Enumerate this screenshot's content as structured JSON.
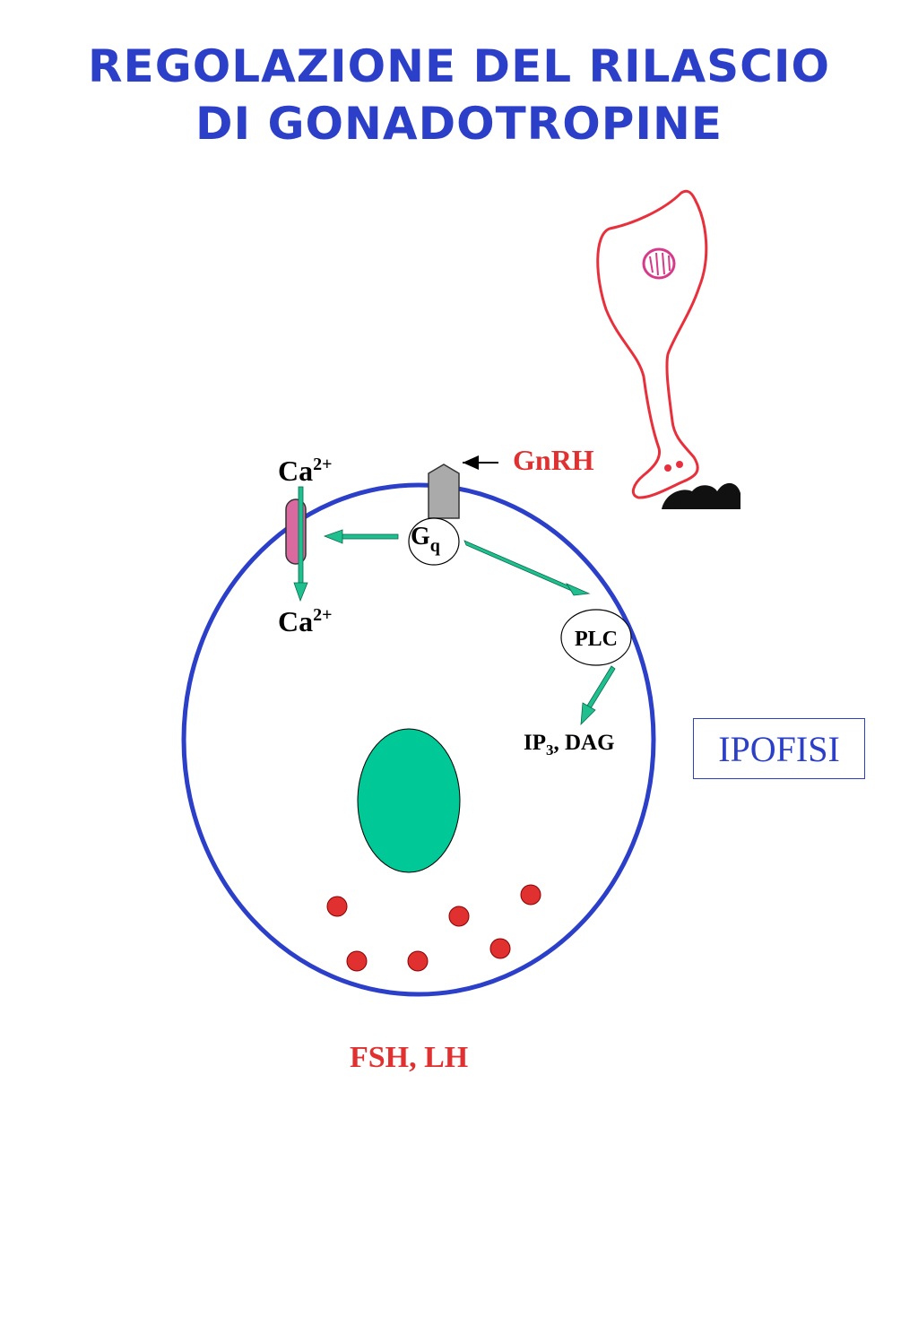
{
  "title": {
    "line1": "REGOLAZIONE DEL RILASCIO",
    "line2": "DI GONADOTROPINE"
  },
  "labels": {
    "gnrh": "GnRH",
    "ca_top_base": "Ca",
    "ca_top_sup": "2+",
    "ca_bottom_base": "Ca",
    "ca_bottom_sup": "2+",
    "gq_base": "G",
    "gq_sub": "q",
    "plc": "PLC",
    "ip3_a": "IP",
    "ip3_sub": "3",
    "ip3_b": ", DAG",
    "hormones": "FSH, LH",
    "gland": "IPOFISI"
  },
  "colors": {
    "title": "#2b3fc8",
    "cell_membrane": "#2b3fc8",
    "nucleus": "#00c896",
    "granules": "#e03030",
    "arrows": "#1fbf8f",
    "channel": "#d86aa0",
    "receptor": "#aaaaaa",
    "neuron": "#e8303c",
    "gnrh_text": "#e03030",
    "hormone_text": "#e03030"
  }
}
